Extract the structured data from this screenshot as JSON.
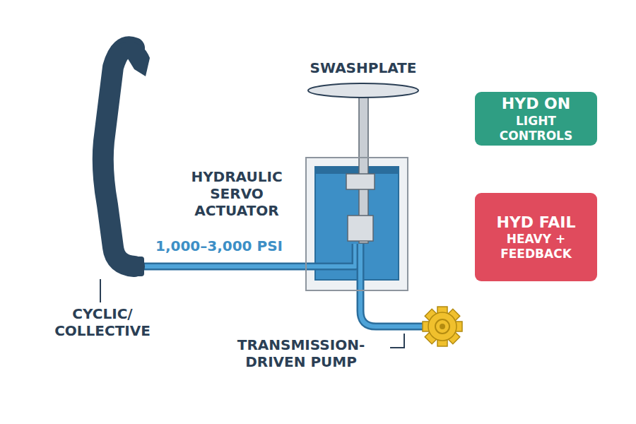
{
  "diagram": {
    "nodes": [
      {
        "text": [
          "HYDRAULIC SERVO ACTUATOR"
        ]
      },
      {
        "text": [
          "HYD ON",
          "LIGHT CONTROLS"
        ]
      },
      {
        "text": [
          "HYD FAIL",
          "HEAVY + FEEDBACK"
        ]
      }
    ],
    "labels": [
      "SWASHPLATE",
      "1,000–3,000 PSI",
      "CYCLIC/ COLLECTIVE",
      "TRANSMISSION-DRIVEN PUMP"
    ]
  }
}
